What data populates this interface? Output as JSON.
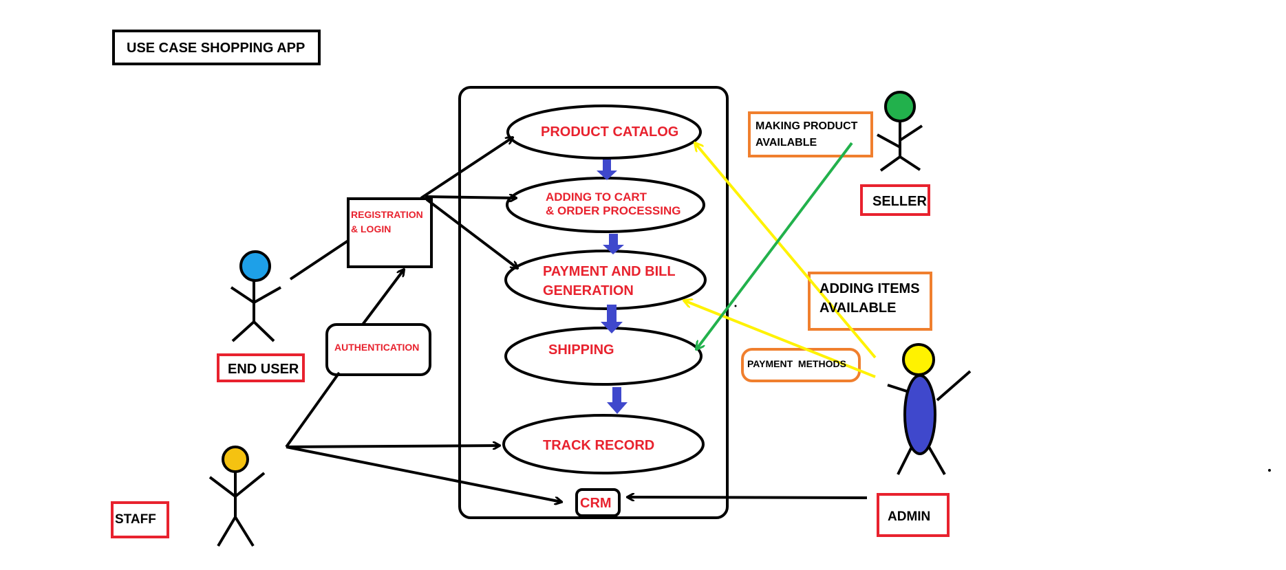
{
  "title": "USE CASE SHOPPING APP",
  "use_cases": {
    "product_catalog": "PRODUCT CATALOG",
    "adding_to_cart": "ADDING TO CART\n & ORDER PROCESSING",
    "payment_bill": "PAYMENT AND BILL\nGENERATION",
    "shipping": "SHIPPING",
    "track_record": "TRACK RECORD",
    "crm": "CRM"
  },
  "boxes": {
    "registration_login": "REGISTRATION\n& LOGIN",
    "authentication": "AUTHENTICATION",
    "making_product_available": "MAKING PRODUCT\nAVAILABLE",
    "adding_items_available": "ADDING ITEMS\nAVAILABLE",
    "payment_methods": "PAYMENT  METHODS"
  },
  "actors": {
    "end_user": "END USER",
    "staff": "STAFF",
    "seller": "SELLER",
    "admin": "ADMIN"
  },
  "colors": {
    "use_case_text": "#e8222e",
    "actor_label_border": "#e8222e",
    "note_border": "#f07f2e",
    "flow_arrow": "#3f48cc",
    "end_user_head": "#1ea0e8",
    "staff_head": "#f5c211",
    "seller_head": "#22b14c",
    "admin_head": "#fff200",
    "admin_body": "#3f48cc",
    "yellow_line": "#fff200",
    "green_line": "#22b14c"
  }
}
